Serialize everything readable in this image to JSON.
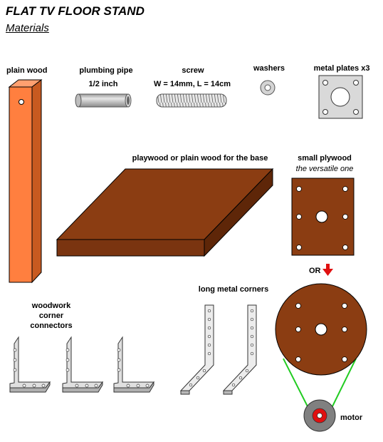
{
  "title": "FLAT TV FLOOR STAND",
  "subtitle": "Materials",
  "labels": {
    "plain_wood": "plain wood",
    "plumbing_pipe": "plumbing pipe",
    "pipe_size": "1/2 inch",
    "screw": "screw",
    "screw_size": "W = 14mm, L = 14cm",
    "washers": "washers",
    "metal_plates": "metal plates x3",
    "base": "playwood or plain wood for the base",
    "small_plywood": "small plywood",
    "versatile": "the versatile one",
    "or": "OR",
    "woodwork_1": "woodwork",
    "woodwork_2": "corner",
    "woodwork_3": "connectors",
    "long_corners": "long metal corners",
    "motor": "motor"
  },
  "colors": {
    "plain_wood": "#ff7f3f",
    "brown_wood": "#8b3d12",
    "metal": "#d9d9d9",
    "belt": "#22cc22",
    "motor_center": "#e01010",
    "arrow": "#e01010"
  }
}
